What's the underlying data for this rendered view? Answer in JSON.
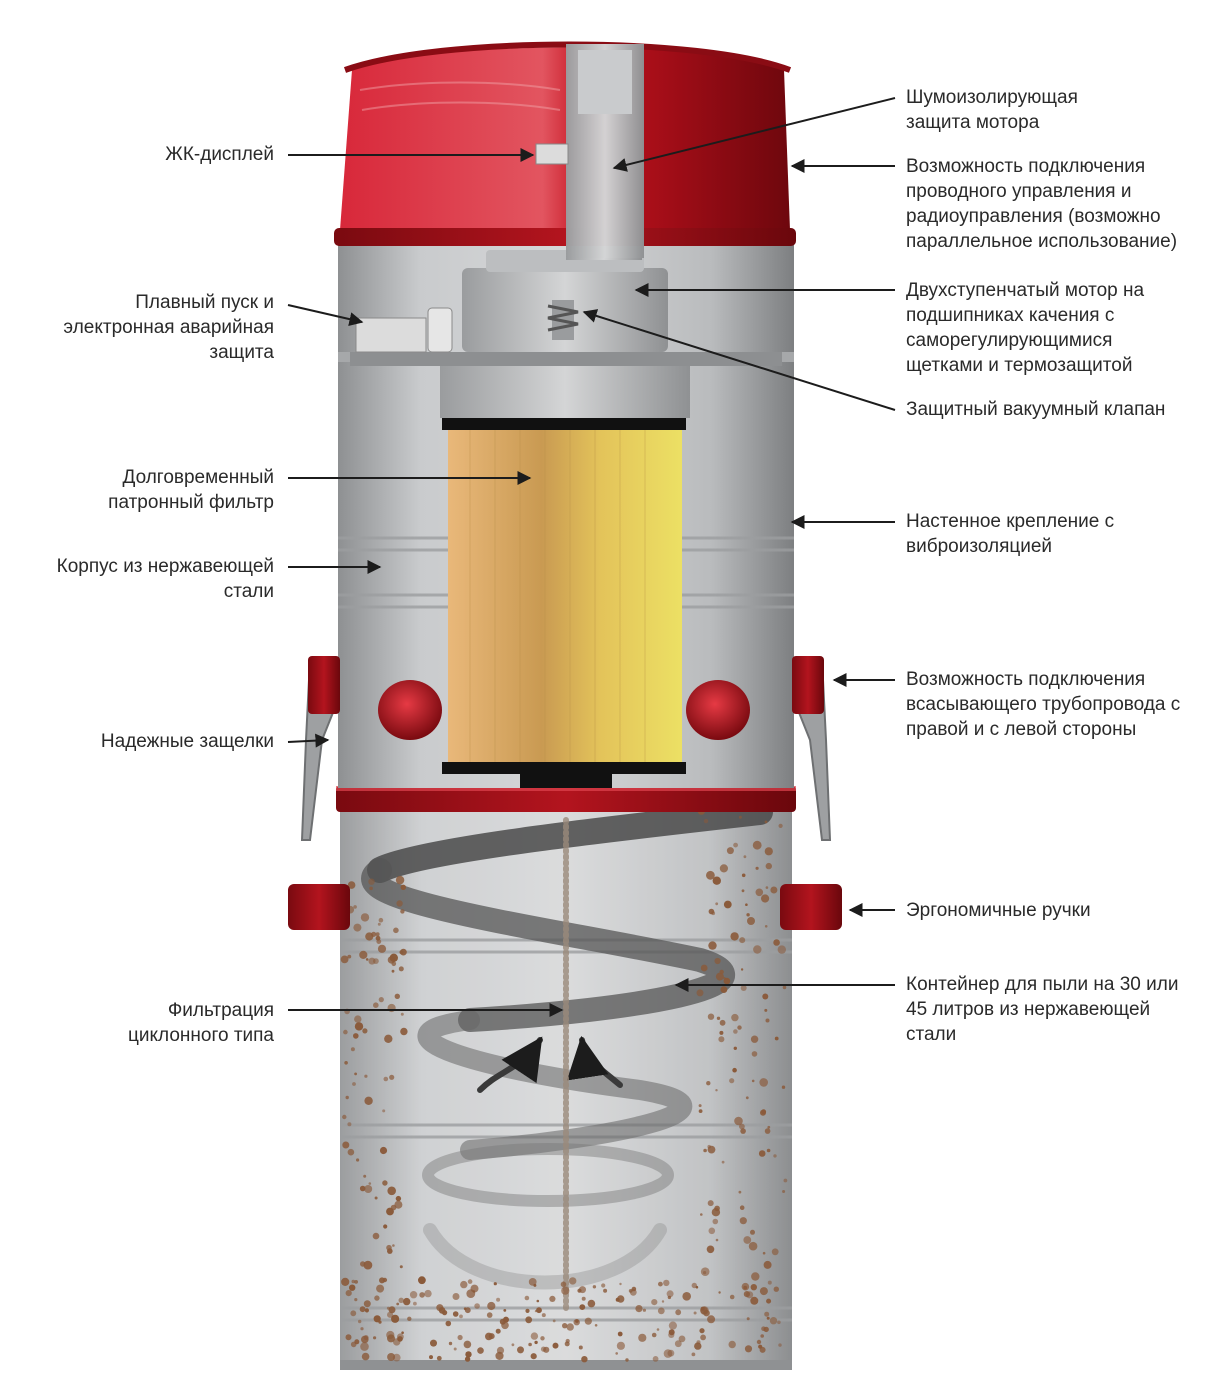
{
  "callouts": {
    "display": {
      "lines": [
        "ЖК-дисплей"
      ]
    },
    "soft_start": {
      "lines": [
        "Плавный пуск и",
        "электронная аварийная",
        "защита"
      ]
    },
    "filter": {
      "lines": [
        "Долговременный",
        "патронный фильтр"
      ]
    },
    "housing": {
      "lines": [
        "Корпус из нержавеющей",
        "стали"
      ]
    },
    "latches": {
      "lines": [
        "Надежные защелки"
      ]
    },
    "cyclone": {
      "lines": [
        "Фильтрация",
        "циклонного типа"
      ]
    },
    "noise": {
      "lines": [
        "Шумоизолирующая",
        "защита мотора"
      ]
    },
    "control": {
      "lines": [
        "Возможность подключения",
        "проводного управления и",
        "радиоуправления (возможно",
        "параллельное использование)"
      ]
    },
    "motor": {
      "lines": [
        "Двухступенчатый мотор на",
        "подшипниках качения с",
        "саморегулирующимися",
        "щетками и термозащитой"
      ]
    },
    "valve": {
      "lines": [
        "Защитный вакуумный клапан"
      ]
    },
    "wall_mount": {
      "lines": [
        "Настенное крепление с",
        "виброизоляцией"
      ]
    },
    "inlet": {
      "lines": [
        "Возможность подключения",
        "всасывающего трубопровода с",
        "правой и с левой стороны"
      ]
    },
    "handles": {
      "lines": [
        "Эргономичные ручки"
      ]
    },
    "container": {
      "lines": [
        "Контейнер для пыли на 30 или",
        "45 литров из нержавеющей",
        "стали"
      ]
    }
  },
  "colors": {
    "accent_red": "#c0121c",
    "dark_red": "#7a0a10",
    "steel": "#bfc1c3",
    "filter_yellow": "#e3c35a",
    "debris": "#8a5a3a",
    "text": "#2a2a2a"
  }
}
